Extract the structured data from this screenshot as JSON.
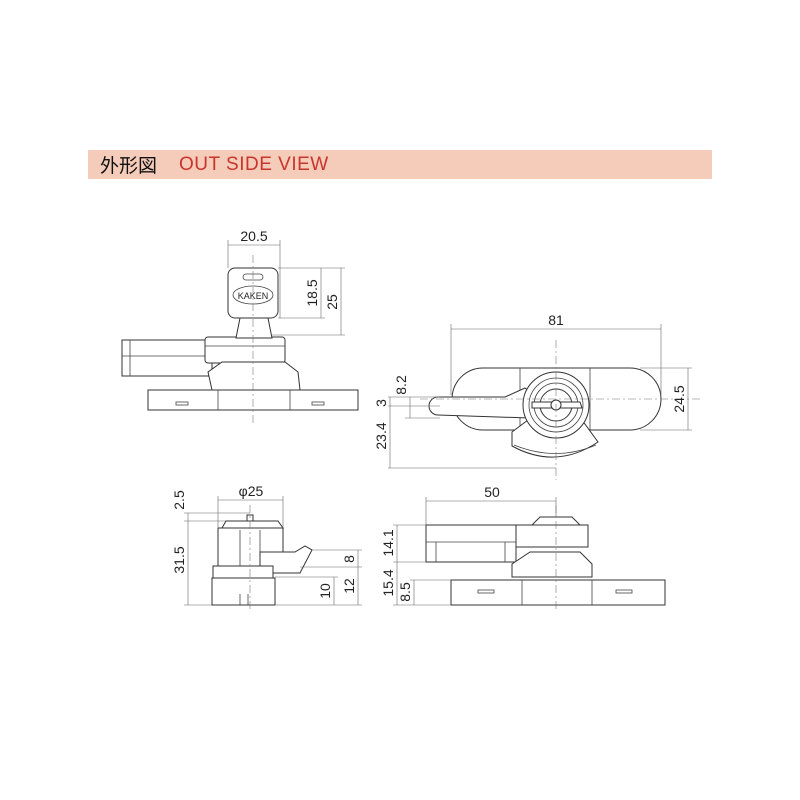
{
  "header": {
    "title_jp": "外形図",
    "title_en": "OUT SIDE VIEW",
    "band_color": "#f5cbb9",
    "title_color": "#c8352b"
  },
  "key_view": {
    "logo_text": "KAKEN",
    "dims": {
      "width": "20.5",
      "head_height": "18.5",
      "key_height": "25"
    }
  },
  "top_view": {
    "dims": {
      "length": "81",
      "height": "24.5",
      "lever_offset": "8.2",
      "lever_width": "3",
      "fan_depth": "23.4"
    }
  },
  "side_view": {
    "dims": {
      "diameter": "φ25",
      "top": "2.5",
      "total_height": "31.5",
      "handle": "8",
      "base": "10",
      "handle_base": "12"
    }
  },
  "front_view": {
    "dims": {
      "half_length": "50",
      "upper": "14.1",
      "lower": "15.4",
      "plate": "8.5"
    }
  }
}
